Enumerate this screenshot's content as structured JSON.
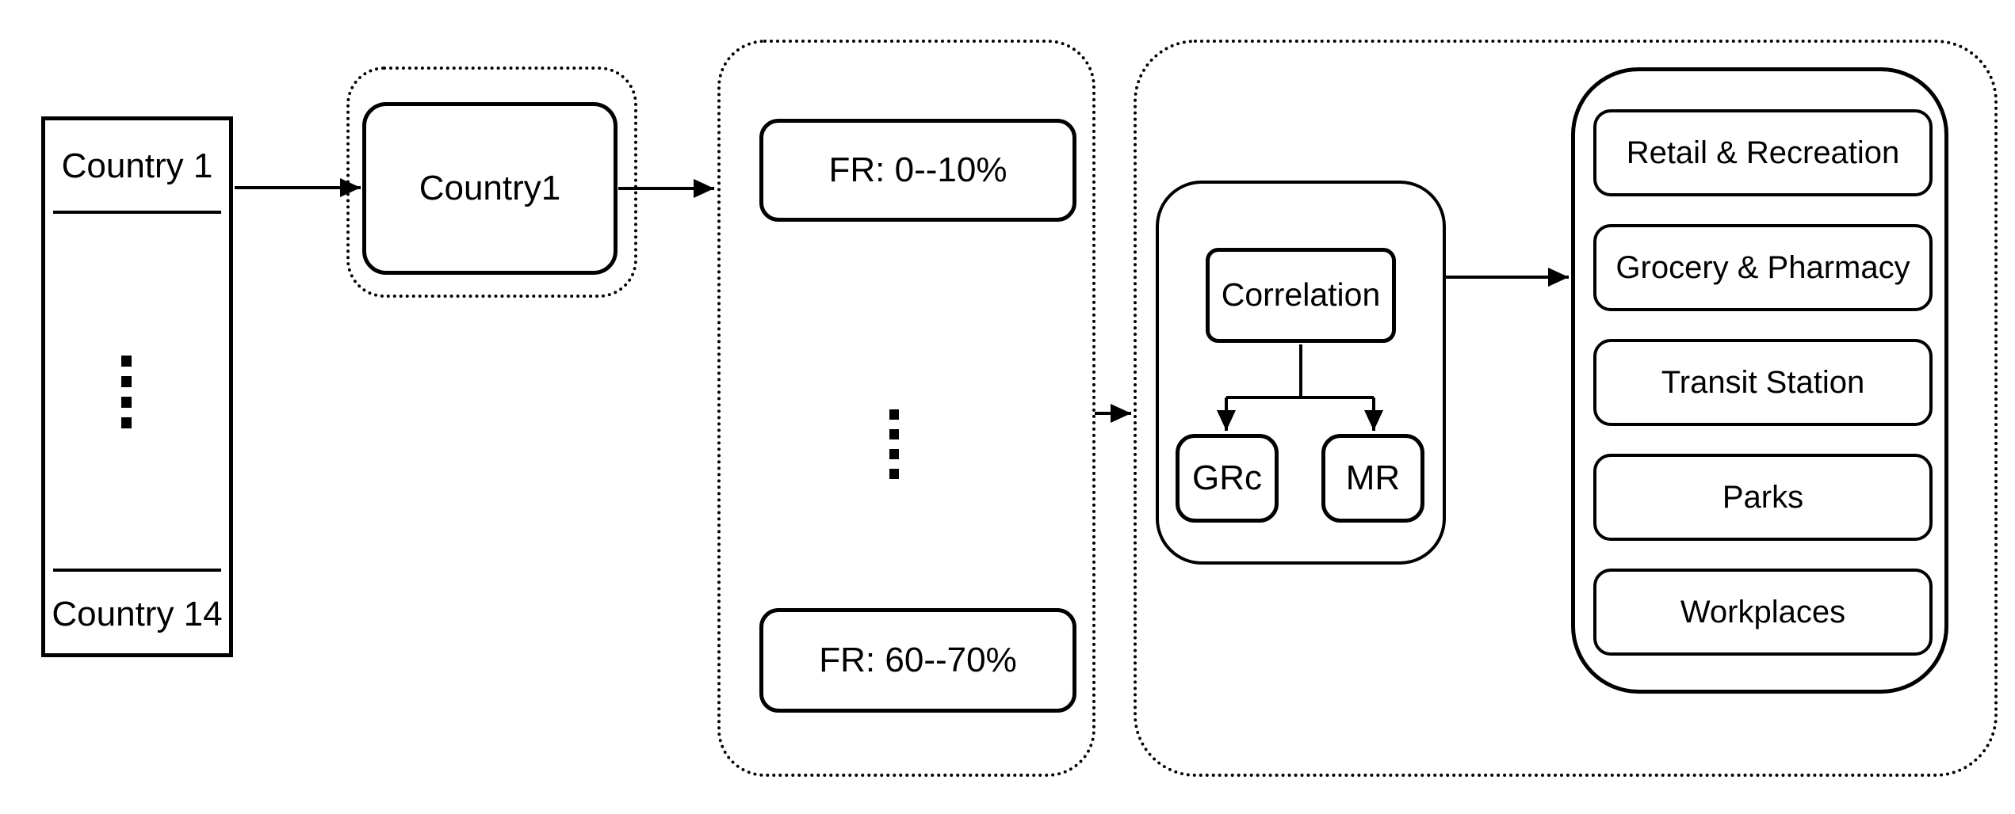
{
  "diagram": {
    "colors": {
      "stroke": "#000000",
      "background": "#ffffff"
    },
    "countries_table": {
      "first": "Country 1",
      "last": "Country 14",
      "ellipsis": "⋮"
    },
    "selected_country": {
      "label": "Country1"
    },
    "fatality_rate_group": {
      "first": "FR: 0--10%",
      "last": "FR: 60--70%",
      "ellipsis": "⋮"
    },
    "analysis_group": {
      "correlation_label": "Correlation",
      "outputs": [
        "GRc",
        "MR"
      ]
    },
    "mobility_categories": [
      "Retail & Recreation",
      "Grocery & Pharmacy",
      "Transit Station",
      "Parks",
      "Workplaces"
    ]
  }
}
